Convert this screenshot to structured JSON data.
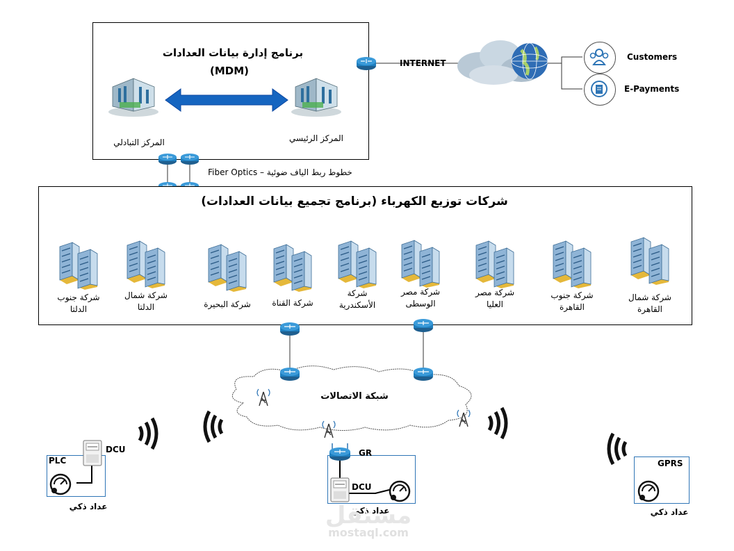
{
  "mdm": {
    "title_line1": "برنامج إدارة بيانات العدادات",
    "title_line2": "(MDM)",
    "backup_center": "المركز التبادلي",
    "main_center": "المركز الرئيسي"
  },
  "internet_label": "INTERNET",
  "services": [
    {
      "label": "Customers",
      "icon": "customers-icon"
    },
    {
      "label": "E-Payments",
      "icon": "e-payments-icon"
    }
  ],
  "fiber_label": "خطوط ربط الياف ضوئية – Fiber Optics",
  "distribution": {
    "title": "شركات توزيع الكهرباء (برنامج تجميع بيانات العدادات)",
    "companies": [
      {
        "line1": "شركة جنوب",
        "line2": "الدلتا"
      },
      {
        "line1": "شركة شمال",
        "line2": "الدلتا"
      },
      {
        "line1": "شركة البحيرة",
        "line2": ""
      },
      {
        "line1": "شركة القناة",
        "line2": ""
      },
      {
        "line1": "شركة",
        "line2": "الأسكندرية"
      },
      {
        "line1": "شركة مصر",
        "line2": "الوسطى"
      },
      {
        "line1": "شركة مصر",
        "line2": "العليا"
      },
      {
        "line1": "شركة جنوب",
        "line2": "القاهرة"
      },
      {
        "line1": "شركة شمال",
        "line2": "القاهرة"
      }
    ]
  },
  "telecom_label": "شبكة الاتصالات",
  "plc": {
    "label": "PLC",
    "dcu": "DCU",
    "meter": "عداد ذكي"
  },
  "gr": {
    "label": "GR",
    "dcu": "DCU",
    "meter": "عداد ذكي"
  },
  "gprs": {
    "label": "GPRS",
    "meter": "عداد ذكي"
  },
  "watermark": {
    "arabic": "مستقل",
    "latin": "mostaql.com"
  },
  "colors": {
    "accent_blue": "#2e75b6",
    "router_blue": "#1f7fbf",
    "arrow_blue": "#1565c0"
  }
}
